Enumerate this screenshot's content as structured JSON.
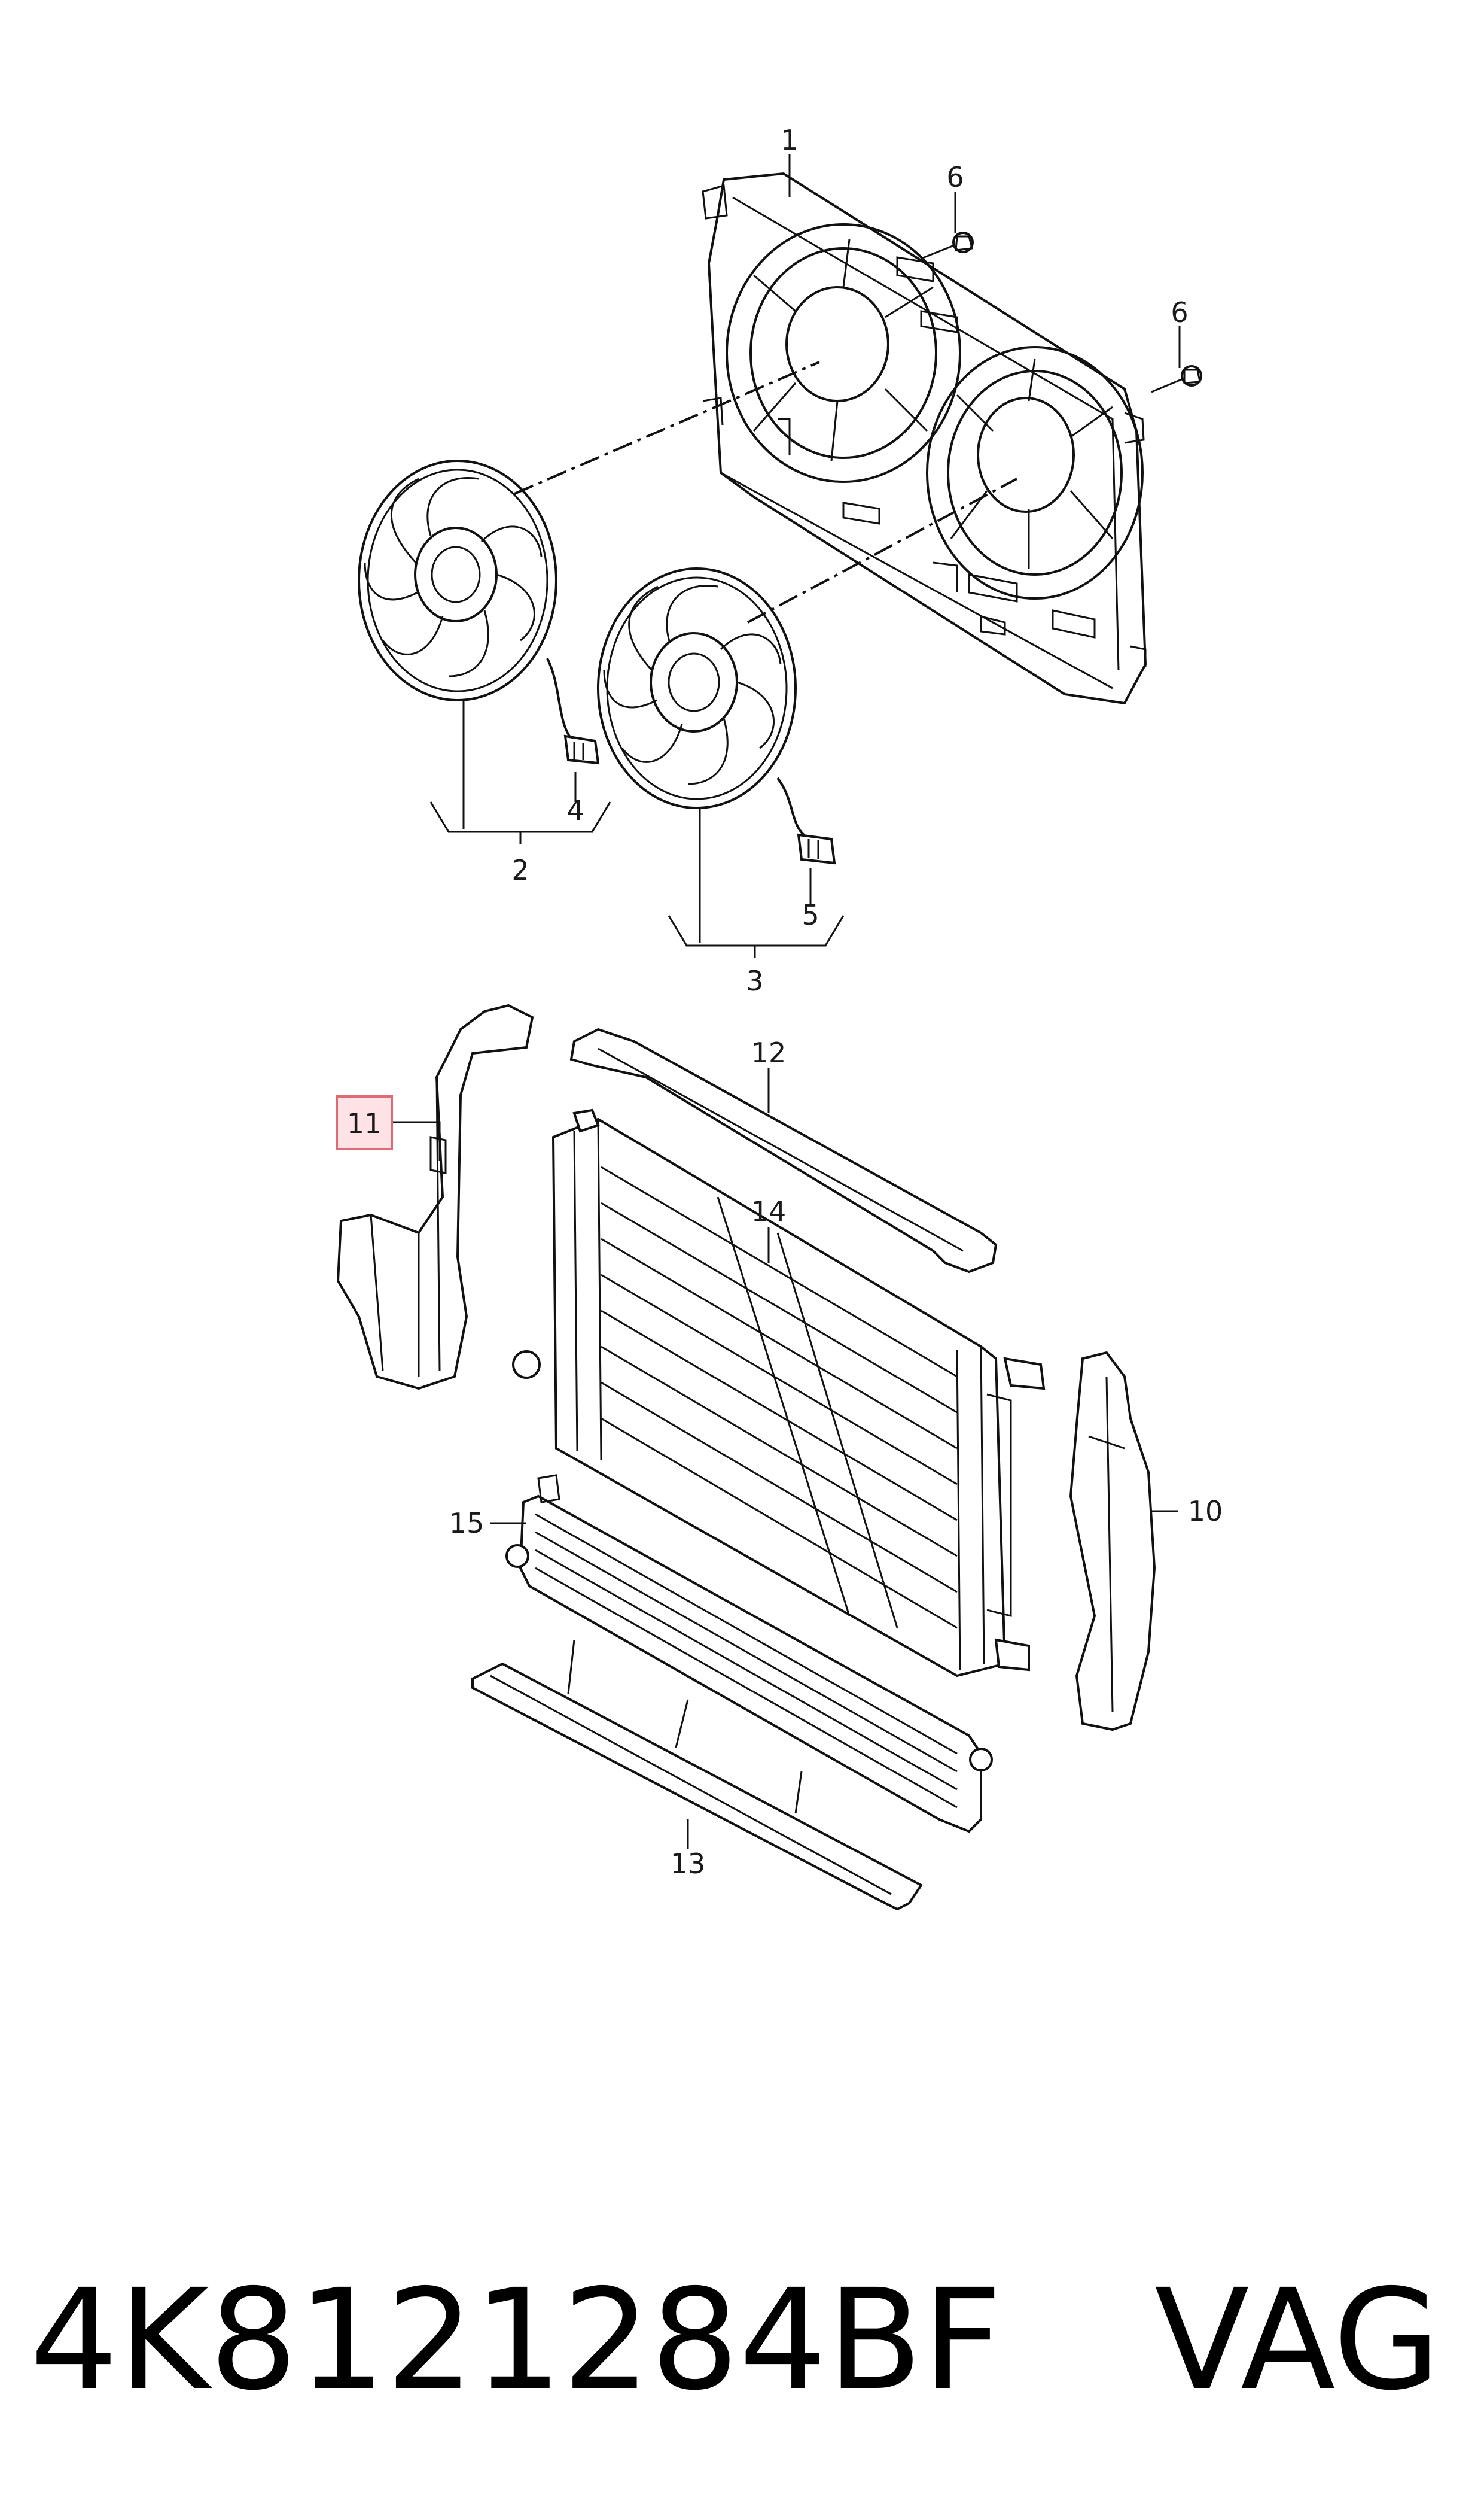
{
  "diagram": {
    "callouts": {
      "c1": "1",
      "c2": "2",
      "c3": "3",
      "c4": "4",
      "c5": "5",
      "c6a": "6",
      "c6b": "6",
      "c10": "10",
      "c11": "11",
      "c12": "12",
      "c13": "13",
      "c14": "14",
      "c15": "15"
    },
    "highlight_color": "#e06a74",
    "highlight_fill": "#fde3e6",
    "highlighted_callout": "11"
  },
  "footer": {
    "part_number": "4K8121284BF",
    "brand": "VAG"
  }
}
